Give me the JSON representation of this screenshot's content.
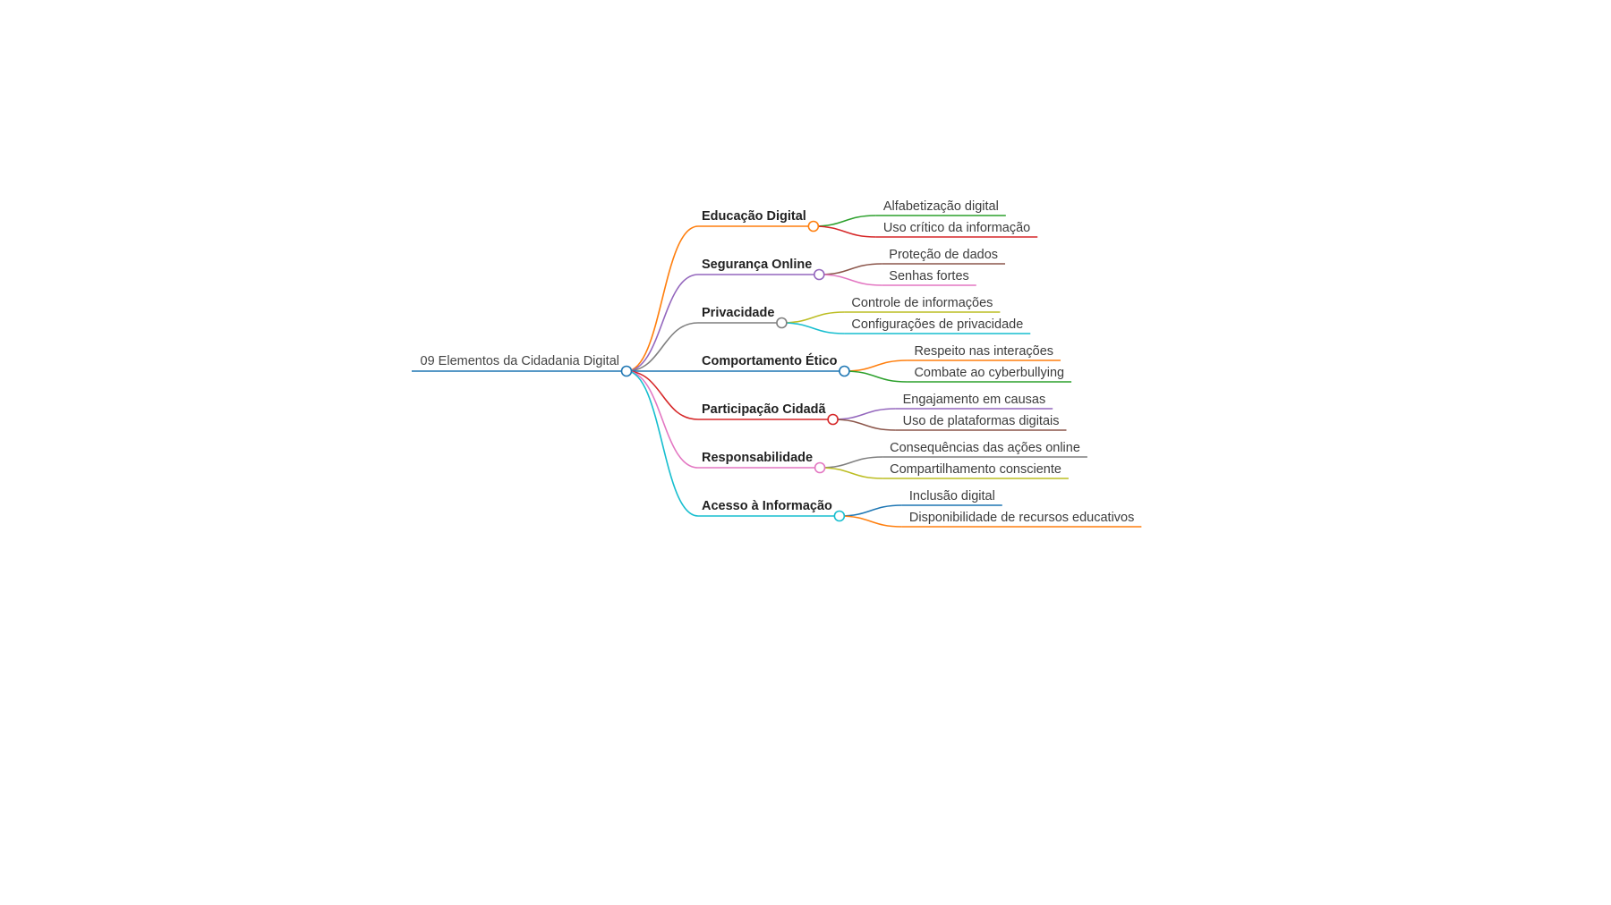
{
  "root": {
    "label": "09 Elementos da Cidadania Digital",
    "color": "#1f77b4"
  },
  "branches": [
    {
      "label": "Educação Digital",
      "color": "#ff7f0e",
      "children": [
        {
          "label": "Alfabetização digital",
          "color": "#2ca02c"
        },
        {
          "label": "Uso crítico da informação",
          "color": "#d62728"
        }
      ]
    },
    {
      "label": "Segurança Online",
      "color": "#9467bd",
      "children": [
        {
          "label": "Proteção de dados",
          "color": "#8c564b"
        },
        {
          "label": "Senhas fortes",
          "color": "#e377c2"
        }
      ]
    },
    {
      "label": "Privacidade",
      "color": "#7f7f7f",
      "children": [
        {
          "label": "Controle de informações",
          "color": "#bcbd22"
        },
        {
          "label": "Configurações de privacidade",
          "color": "#17becf"
        }
      ]
    },
    {
      "label": "Comportamento Ético",
      "color": "#1f77b4",
      "children": [
        {
          "label": "Respeito nas interações",
          "color": "#ff7f0e"
        },
        {
          "label": "Combate ao cyberbullying",
          "color": "#2ca02c"
        }
      ]
    },
    {
      "label": "Participação Cidadã",
      "color": "#d62728",
      "children": [
        {
          "label": "Engajamento em causas",
          "color": "#9467bd"
        },
        {
          "label": "Uso de plataformas digitais",
          "color": "#8c564b"
        }
      ]
    },
    {
      "label": "Responsabilidade",
      "color": "#e377c2",
      "children": [
        {
          "label": "Consequências das ações online",
          "color": "#7f7f7f"
        },
        {
          "label": "Compartilhamento consciente",
          "color": "#bcbd22"
        }
      ]
    },
    {
      "label": "Acesso à Informação",
      "color": "#17becf",
      "children": [
        {
          "label": "Inclusão digital",
          "color": "#1f77b4"
        },
        {
          "label": "Disponibilidade de recursos educativos",
          "color": "#ff7f0e"
        }
      ]
    }
  ]
}
